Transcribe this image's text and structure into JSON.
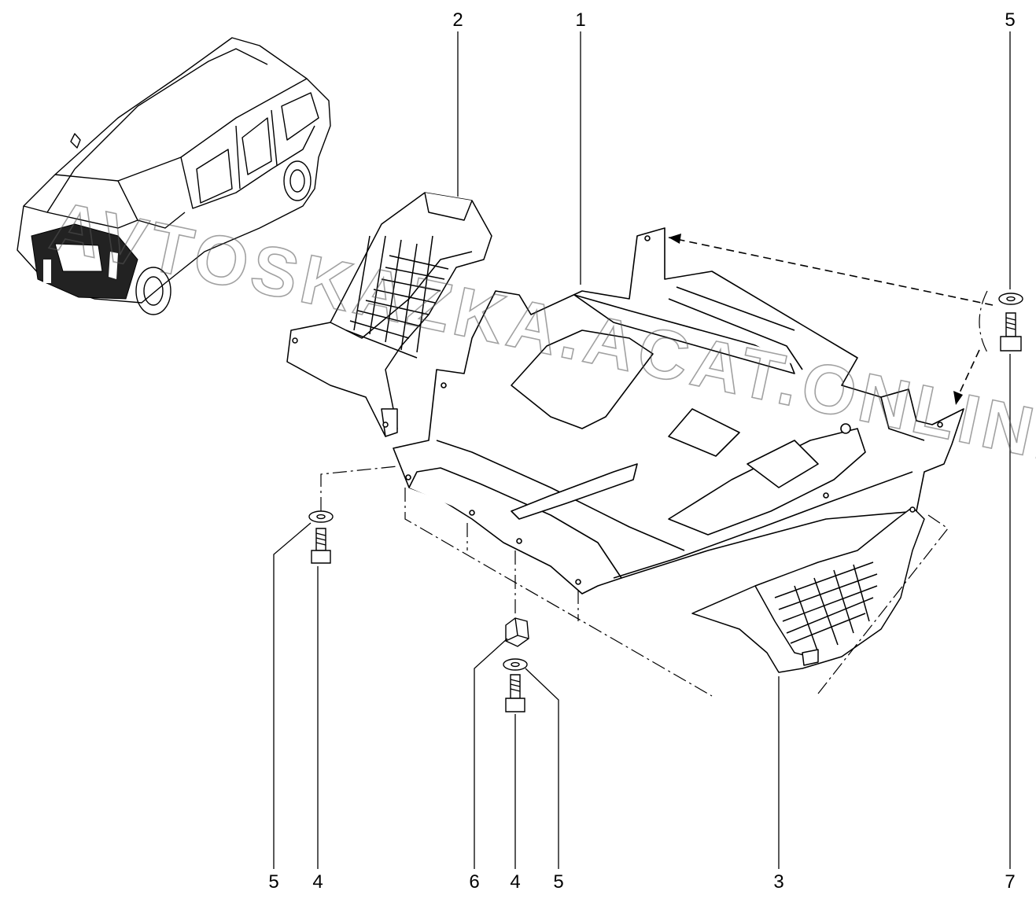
{
  "callouts": {
    "c1": "1",
    "c2": "2",
    "c3": "3",
    "c4a": "4",
    "c4b": "4",
    "c5a": "5",
    "c5b": "5",
    "c5c": "5",
    "c6": "6",
    "c7": "7"
  },
  "watermark": "AVTOSKAZKA.ACAT.ONLINE",
  "parts": {
    "p1": "engine-undertray",
    "p2": "left-side-shield",
    "p3": "right-side-shield",
    "p4": "screw",
    "p5": "washer",
    "p6": "clip-nut",
    "p7": "bolt"
  }
}
